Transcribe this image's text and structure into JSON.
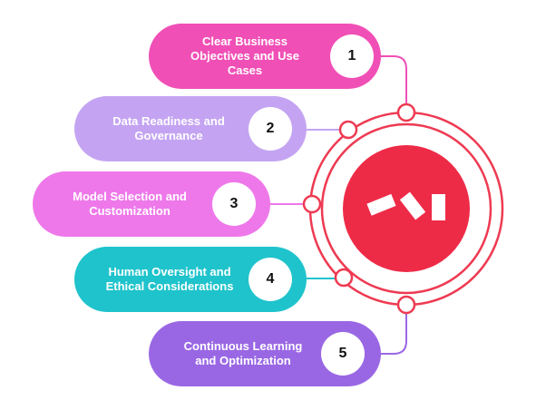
{
  "steps": [
    {
      "number": "1",
      "label": "Clear Business\nObjectives and Use\nCases",
      "color": "#f04fb6"
    },
    {
      "number": "2",
      "label": "Data Readiness and\nGovernance",
      "color": "#c4a4f2"
    },
    {
      "number": "3",
      "label": "Model Selection and\nCustomization",
      "color": "#ee78ea"
    },
    {
      "number": "4",
      "label": "Human Oversight and\nEthical Considerations",
      "color": "#1fc3cc"
    },
    {
      "number": "5",
      "label": "Continuous Learning\nand Optimization",
      "color": "#9a67e4"
    }
  ],
  "colors": {
    "ring": "#ee3a52",
    "hub_fill": "#ee2b47",
    "hub_icon": "#ffffff",
    "node_fill": "#ffffff"
  },
  "hub_icon_name": "brand-logo-icon"
}
